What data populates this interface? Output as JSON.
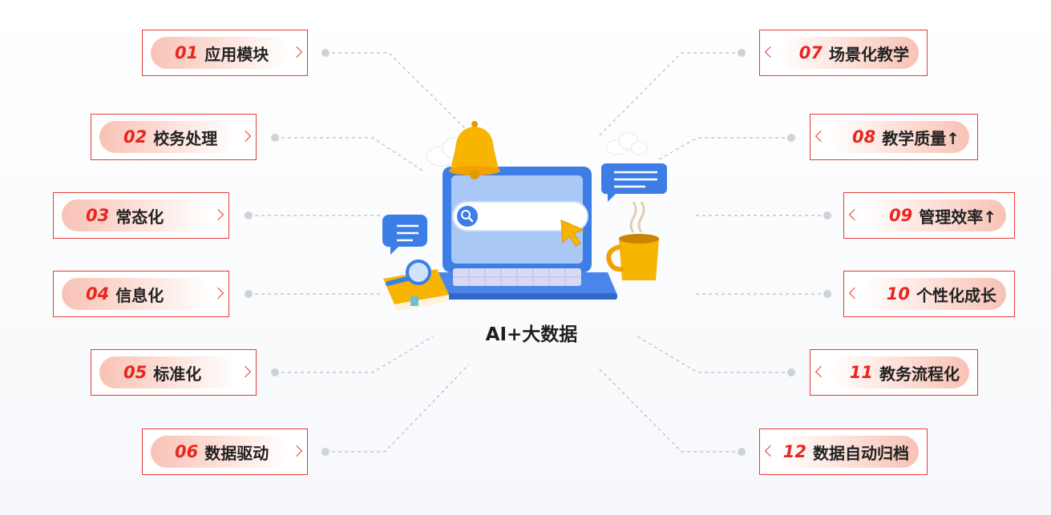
{
  "center": {
    "label": "AI+大数据"
  },
  "items": [
    {
      "num": "01",
      "text": "应用模块"
    },
    {
      "num": "02",
      "text": "校务处理"
    },
    {
      "num": "03",
      "text": "常态化"
    },
    {
      "num": "04",
      "text": "信息化"
    },
    {
      "num": "05",
      "text": "标准化"
    },
    {
      "num": "06",
      "text": "数据驱动"
    },
    {
      "num": "07",
      "text": "场景化教学"
    },
    {
      "num": "08",
      "text": "教学质量↑"
    },
    {
      "num": "09",
      "text": "管理效率↑"
    },
    {
      "num": "10",
      "text": "个性化成长"
    },
    {
      "num": "11",
      "text": "教务流程化"
    },
    {
      "num": "12",
      "text": "数据自动归档"
    }
  ],
  "colors": {
    "accent": "#e8261f",
    "border": "#e63a34",
    "pill": "#f8c2b5",
    "laptop": "#3d7de6"
  }
}
